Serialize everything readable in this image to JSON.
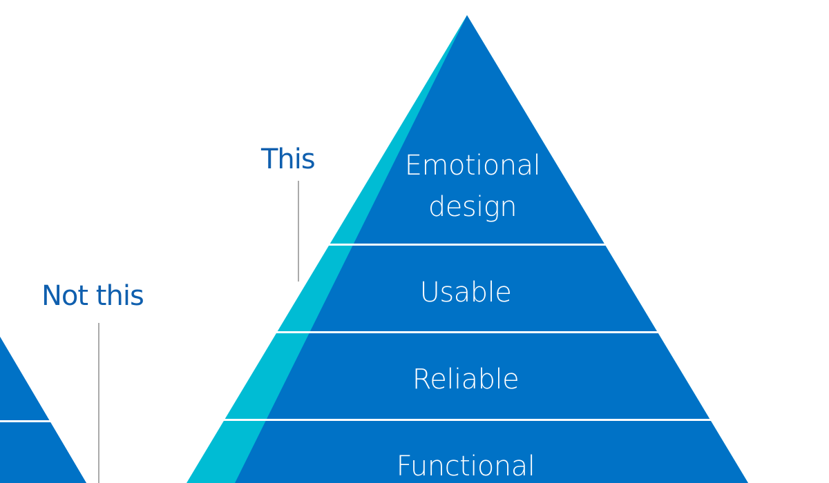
{
  "colors": {
    "pyramid": "#0072c6",
    "accent": "#00bcd4",
    "annotation": "#0f5fae",
    "leader": "#aaaaaa"
  },
  "annotations": {
    "this": "This",
    "not_this": "Not this"
  },
  "pyramid": {
    "levels": [
      {
        "label_line1": "Emotional",
        "label_line2": "design"
      },
      {
        "label_line1": "Usable"
      },
      {
        "label_line1": "Reliable"
      },
      {
        "label_line1": "Functional"
      }
    ]
  }
}
